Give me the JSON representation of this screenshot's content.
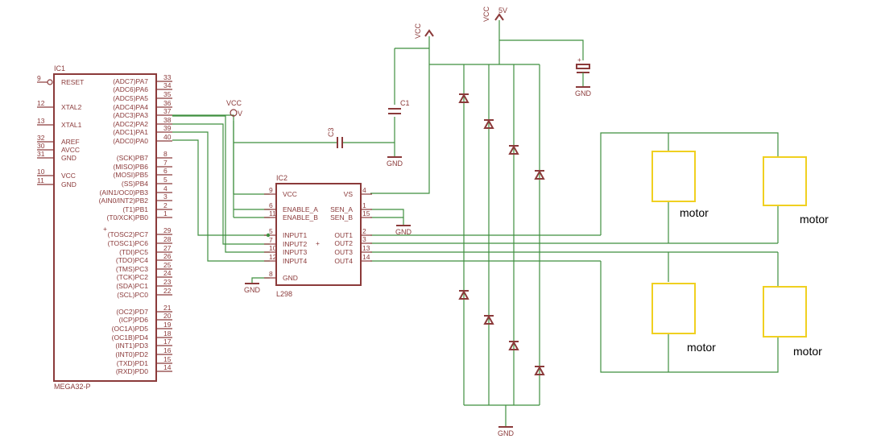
{
  "ic1": {
    "name": "IC1",
    "value": "MEGA32-P",
    "left_pins": [
      {
        "num": "9",
        "name": "RESET"
      },
      {
        "num": "12",
        "name": "XTAL2"
      },
      {
        "num": "13",
        "name": "XTAL1"
      },
      {
        "num": "32",
        "name": "AREF"
      },
      {
        "num": "30",
        "name": "AVCC"
      },
      {
        "num": "31",
        "name": "GND"
      },
      {
        "num": "10",
        "name": "VCC"
      },
      {
        "num": "11",
        "name": "GND"
      }
    ],
    "right_pins": [
      {
        "num": "33",
        "name": "(ADC7)PA7"
      },
      {
        "num": "34",
        "name": "(ADC6)PA6"
      },
      {
        "num": "35",
        "name": "(ADC5)PA5"
      },
      {
        "num": "36",
        "name": "(ADC4)PA4"
      },
      {
        "num": "37",
        "name": "(ADC3)PA3"
      },
      {
        "num": "38",
        "name": "(ADC2)PA2"
      },
      {
        "num": "39",
        "name": "(ADC1)PA1"
      },
      {
        "num": "40",
        "name": "(ADC0)PA0"
      },
      {
        "num": "8",
        "name": "(SCK)PB7"
      },
      {
        "num": "7",
        "name": "(MISO)PB6"
      },
      {
        "num": "6",
        "name": "(MOSI)PB5"
      },
      {
        "num": "5",
        "name": "(SS)PB4"
      },
      {
        "num": "4",
        "name": "(AIN1/OC0)PB3"
      },
      {
        "num": "3",
        "name": "(AIN0/INT2)PB2"
      },
      {
        "num": "2",
        "name": "(T1)PB1"
      },
      {
        "num": "1",
        "name": "(T0/XCK)PB0"
      },
      {
        "num": "29",
        "name": "(TOSC2)PC7"
      },
      {
        "num": "28",
        "name": "(TOSC1)PC6"
      },
      {
        "num": "27",
        "name": "(TDI)PC5"
      },
      {
        "num": "26",
        "name": "(TDO)PC4"
      },
      {
        "num": "25",
        "name": "(TMS)PC3"
      },
      {
        "num": "24",
        "name": "(TCK)PC2"
      },
      {
        "num": "23",
        "name": "(SDA)PC1"
      },
      {
        "num": "22",
        "name": "(SCL)PC0"
      },
      {
        "num": "21",
        "name": "(OC2)PD7"
      },
      {
        "num": "20",
        "name": "(ICP)PD6"
      },
      {
        "num": "19",
        "name": "(OC1A)PD5"
      },
      {
        "num": "18",
        "name": "(OC1B)PD4"
      },
      {
        "num": "17",
        "name": "(INT1)PD3"
      },
      {
        "num": "16",
        "name": "(INT0)PD2"
      },
      {
        "num": "15",
        "name": "(TXD)PD1"
      },
      {
        "num": "14",
        "name": "(RXD)PD0"
      }
    ]
  },
  "ic2": {
    "name": "IC2",
    "value": "L298",
    "left_pins": [
      {
        "num": "9",
        "name": "VCC"
      },
      {
        "num": "6",
        "name": "ENABLE_A"
      },
      {
        "num": "11",
        "name": "ENABLE_B"
      },
      {
        "num": "5",
        "name": "INPUT1"
      },
      {
        "num": "7",
        "name": "INPUT2"
      },
      {
        "num": "10",
        "name": "INPUT3"
      },
      {
        "num": "12",
        "name": "INPUT4"
      },
      {
        "num": "8",
        "name": "GND"
      }
    ],
    "right_pins": [
      {
        "num": "4",
        "name": "VS"
      },
      {
        "num": "1",
        "name": "SEN_A"
      },
      {
        "num": "15",
        "name": "SEN_B"
      },
      {
        "num": "2",
        "name": "OUT1"
      },
      {
        "num": "3",
        "name": "OUT2"
      },
      {
        "num": "13",
        "name": "OUT3"
      },
      {
        "num": "14",
        "name": "OUT4"
      }
    ]
  },
  "labels": {
    "vcc_ic": "VCC",
    "vcc_ic_v": "V",
    "vcc_cap": "VCC",
    "vcc_5v": "VCC",
    "five_v": "5V",
    "c1": "C1",
    "c3": "C3",
    "gnd": "GND"
  },
  "motors": [
    "motor",
    "motor",
    "motor",
    "motor"
  ]
}
